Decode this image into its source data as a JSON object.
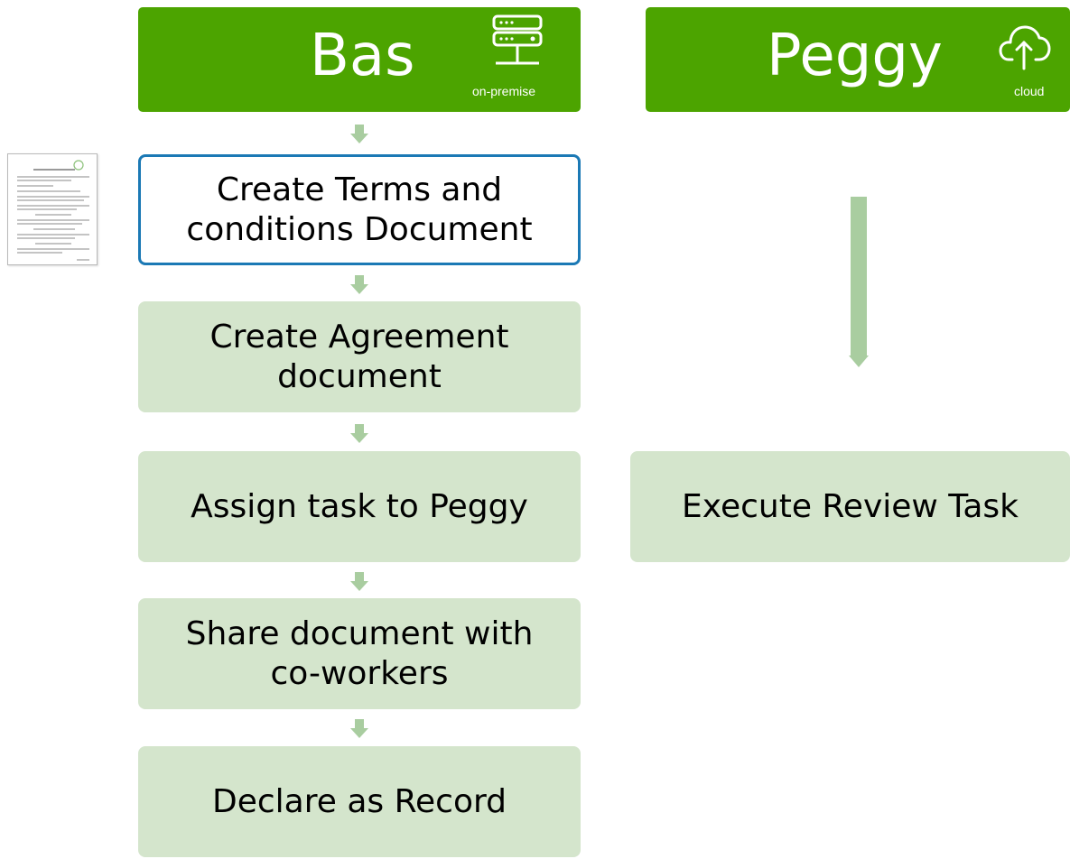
{
  "columns": [
    {
      "name": "Bas",
      "sublabel": "on-premise",
      "icon": "server-icon"
    },
    {
      "name": "Peggy",
      "sublabel": "cloud",
      "icon": "cloud-upload-icon"
    }
  ],
  "bas_steps": [
    {
      "label": "Create Terms and conditions Document",
      "state": "active"
    },
    {
      "label": "Create Agreement document",
      "state": "normal"
    },
    {
      "label": "Assign task to Peggy",
      "state": "normal"
    },
    {
      "label": "Share document with co-workers",
      "state": "normal"
    },
    {
      "label": "Declare as Record",
      "state": "normal"
    }
  ],
  "peggy_steps": [
    {
      "label": "Execute Review Task",
      "state": "normal"
    }
  ],
  "document_thumbnail": {
    "icon": "document-thumbnail-icon"
  },
  "colors": {
    "header_green": "#4ca400",
    "step_fill": "#d4e5cc",
    "active_border": "#1b79b5",
    "arrow_green": "#a9cda0"
  }
}
